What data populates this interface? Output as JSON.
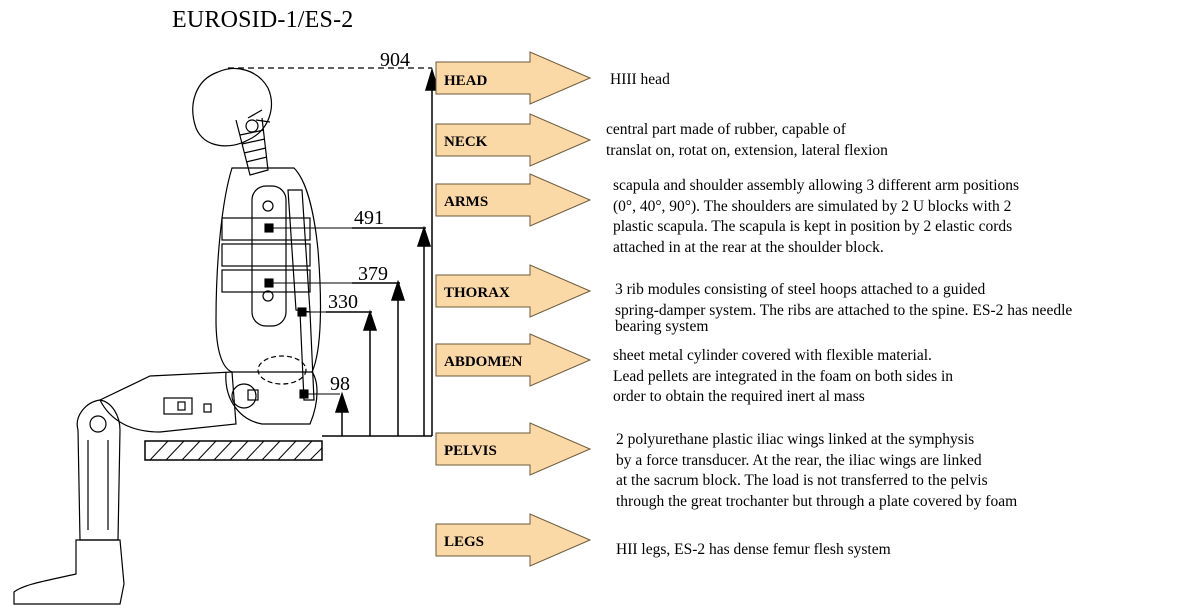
{
  "title": "EUROSID-1/ES-2",
  "measurements": [
    {
      "id": "m904",
      "value": "904"
    },
    {
      "id": "m491",
      "value": "491"
    },
    {
      "id": "m379",
      "value": "379"
    },
    {
      "id": "m330",
      "value": "330"
    },
    {
      "id": "m98",
      "value": "98"
    }
  ],
  "sections": [
    {
      "label": "HEAD",
      "lines": [
        "HIII head"
      ]
    },
    {
      "label": "NECK",
      "lines": [
        "central part made of rubber, capable of",
        "translat on, rotat on, extension, lateral flexion"
      ]
    },
    {
      "label": "ARMS",
      "lines": [
        "scapula and shoulder assembly allowing 3 different arm positions",
        "(0°, 40°, 90°). The shoulders are simulated  by  2 U blocks with  2",
        "plastic scapula. The scapula is kept in  position by 2 elastic cords",
        "attached in at the  rear at the shoulder block."
      ]
    },
    {
      "label": "THORAX",
      "lines": [
        "3 rib modules consisting of steel hoops attached to a guided",
        "spring-damper system. The ribs are attached to the spine. ES-2 has needle",
        "bearing system"
      ]
    },
    {
      "label": "ABDOMEN",
      "lines": [
        "sheet  metal cylinder covered with flexible material.",
        "Lead pellets are integrated in the foam on both sides in",
        "order to obtain the required  inert al mass"
      ]
    },
    {
      "label": "PELVIS",
      "lines": [
        "2 polyurethane plastic iliac wings linked at the symphysis",
        "by a force transducer. At the rear, the iliac wings are linked",
        "at the sacrum block. The load is not transferred to the pelvis",
        "through the great trochanter but through a plate covered by foam"
      ]
    },
    {
      "label": "LEGS",
      "lines": [
        "HII legs, ES-2 has dense femur flesh system"
      ]
    }
  ],
  "colors": {
    "arrow_fill": "#fbd9a7",
    "arrow_stroke": "#6b5a3a",
    "line": "#000000"
  }
}
